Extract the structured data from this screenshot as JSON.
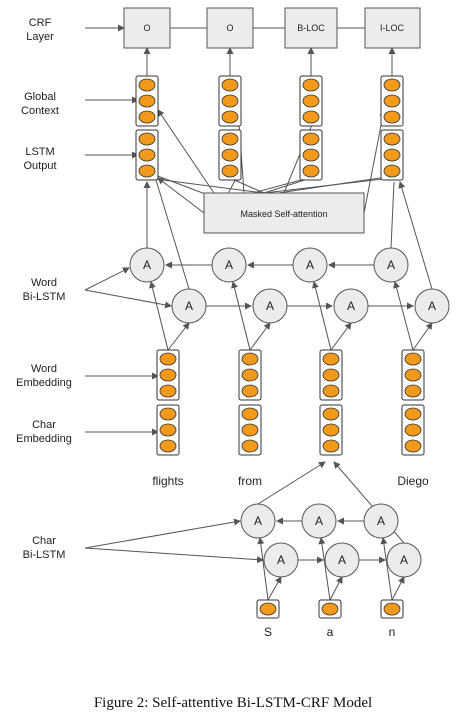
{
  "labels": {
    "crf_layer": [
      "CRF",
      "Layer"
    ],
    "global_context": [
      "Global",
      "Context"
    ],
    "lstm_output": [
      "LSTM",
      "Output"
    ],
    "word_bilstm": [
      "Word",
      "Bi-LSTM"
    ],
    "word_embedding": [
      "Word",
      "Embedding"
    ],
    "char_embedding": [
      "Char",
      "Embedding"
    ],
    "char_bilstm": [
      "Char",
      "Bi-LSTM"
    ]
  },
  "crf_tags": [
    "O",
    "O",
    "B-LOC",
    "I-LOC"
  ],
  "attention_label": "Masked Self-attention",
  "lstm_cell_label": "A",
  "words": [
    "flights",
    "from",
    "Diego"
  ],
  "chars": [
    "S",
    "a",
    "n"
  ],
  "caption": "Figure 2: Self-attentive Bi-LSTM-CRF Model",
  "colors": {
    "embedding_fill": "#f39a1c",
    "embedding_stroke": "#333333",
    "node_fill": "#ececec",
    "box_fill": "#ececec",
    "line": "#555555"
  }
}
